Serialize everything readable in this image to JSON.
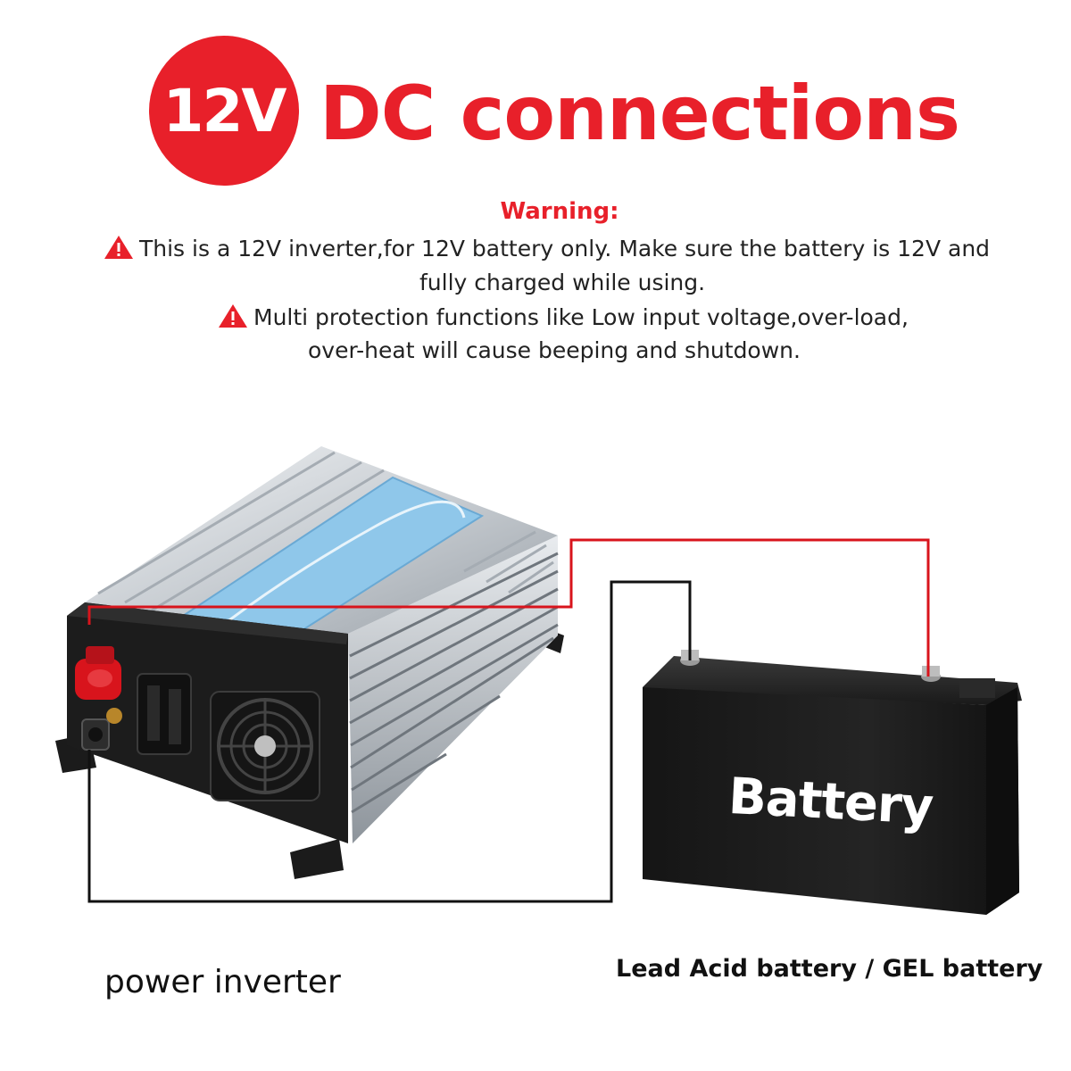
{
  "header": {
    "badge": "12V",
    "title": "DC connections"
  },
  "warning": {
    "title": "Warning:",
    "line1": "This is a 12V inverter,for 12V battery only. Make sure the battery is 12V and",
    "line2": "fully charged while using.",
    "line3": "Multi protection functions like Low input voltage,over-load,",
    "line4": "over-heat will cause beeping and shutdown."
  },
  "battery": {
    "label": "Battery"
  },
  "captions": {
    "left": "power inverter",
    "right": "Lead Acid battery / GEL battery"
  },
  "colors": {
    "accent_red": "#e8202a",
    "wire_red": "#d8141c",
    "wire_black": "#111111",
    "inverter_panel": "#1c1c1c",
    "inverter_label_blue": "#8fc7ea",
    "battery_body": "#1e1e1e"
  },
  "icons": {
    "warning": "warning-triangle-icon",
    "fan": "fan-icon",
    "terminal_positive": "positive-terminal-icon",
    "terminal_negative": "negative-terminal-icon",
    "outlet": "ac-outlet-icon"
  }
}
